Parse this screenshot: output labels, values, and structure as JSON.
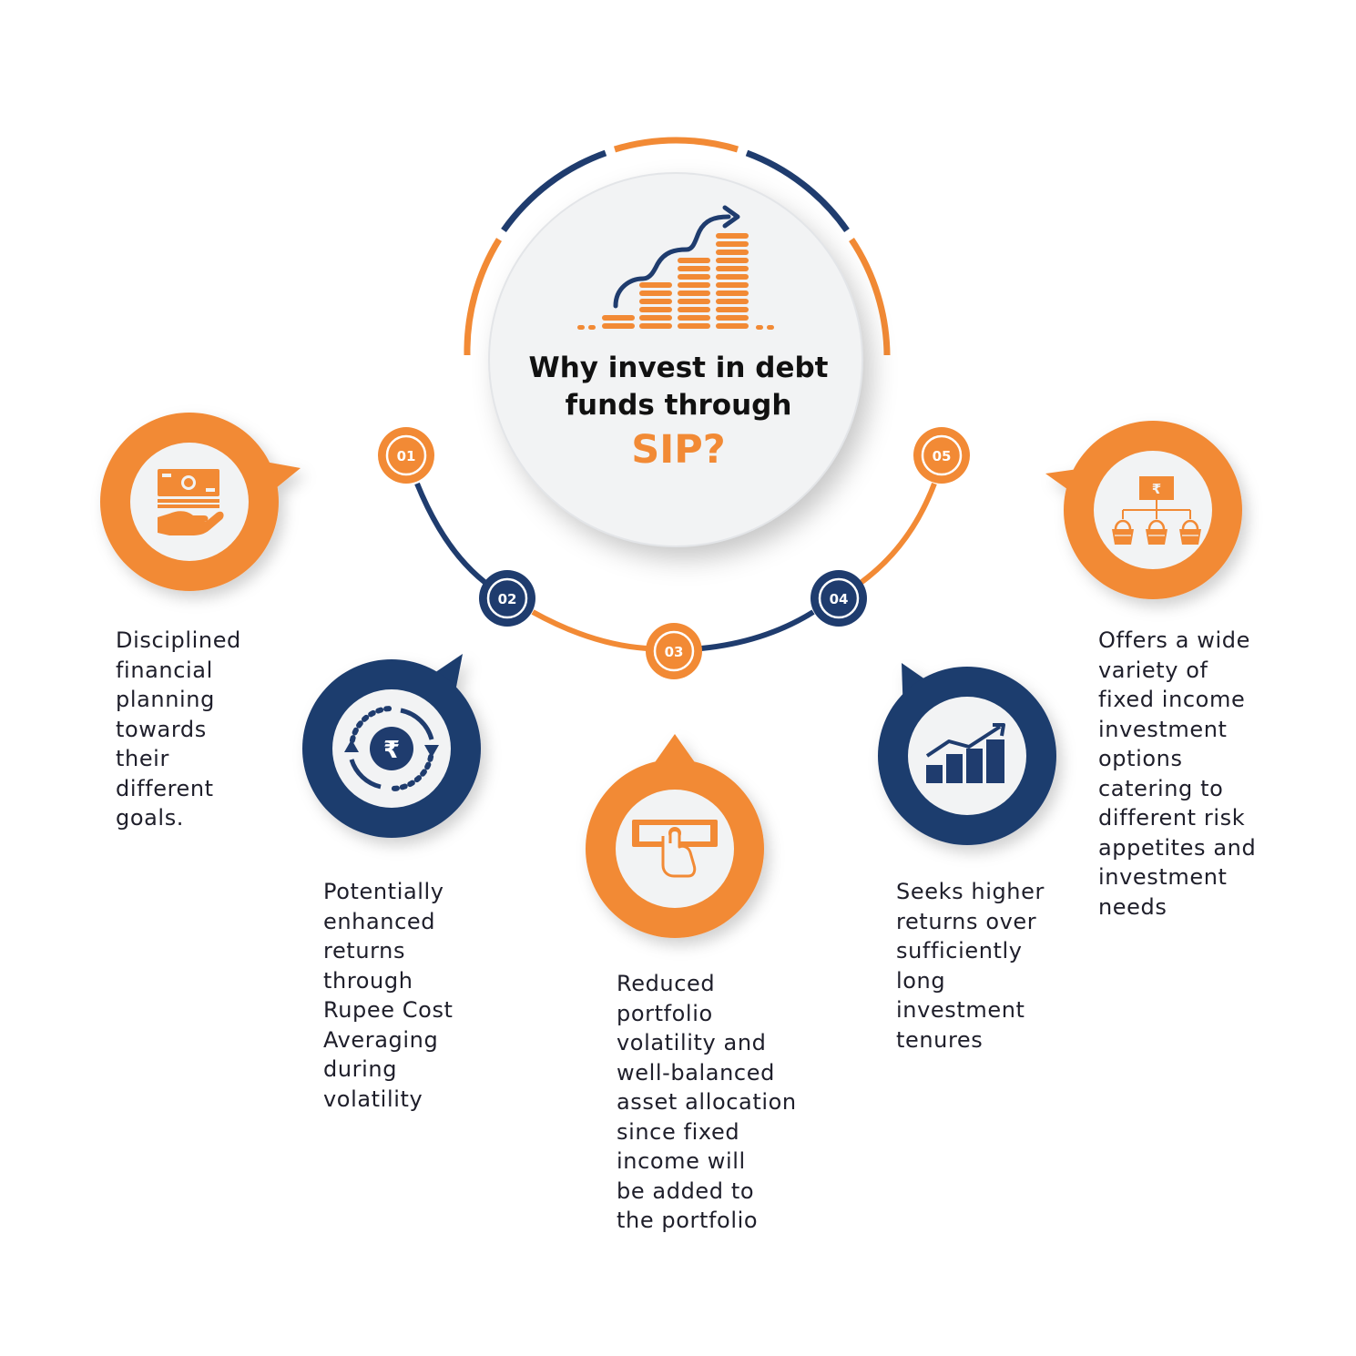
{
  "colors": {
    "orange": "#f28a35",
    "navy": "#1f3c6e",
    "center_fill": "#f2f3f4",
    "title_text": "#111111",
    "body_text": "#1e1e2a"
  },
  "title": {
    "line1": "Why invest in debt",
    "line2": "funds through",
    "accent": "SIP?"
  },
  "steps": [
    {
      "number": "01",
      "icon": "cash-in-hand-icon",
      "color": "orange",
      "lines": [
        "Disciplined",
        "financial",
        "planning",
        "towards",
        "their",
        "different",
        "goals."
      ]
    },
    {
      "number": "02",
      "icon": "rupee-cycle-icon",
      "color": "navy",
      "lines": [
        "Potentially",
        "enhanced",
        "returns",
        "through",
        "Rupee Cost",
        "Averaging",
        "during",
        "volatility"
      ]
    },
    {
      "number": "03",
      "icon": "hand-with-banknote-icon",
      "color": "orange",
      "lines": [
        "Reduced",
        "portfolio",
        "volatility and",
        "well-balanced",
        "asset allocation",
        "since fixed",
        "income will",
        "be added to",
        "the portfolio"
      ]
    },
    {
      "number": "04",
      "icon": "growth-bar-chart-icon",
      "color": "navy",
      "lines": [
        "Seeks higher",
        "returns over",
        "sufficiently",
        "long",
        "investment",
        "tenures"
      ]
    },
    {
      "number": "05",
      "icon": "diversified-baskets-icon",
      "color": "orange",
      "lines": [
        "Offers a wide",
        "variety of",
        "fixed income",
        "investment",
        "options",
        "catering to",
        "different risk",
        "appetites and",
        "investment",
        "needs"
      ]
    }
  ]
}
